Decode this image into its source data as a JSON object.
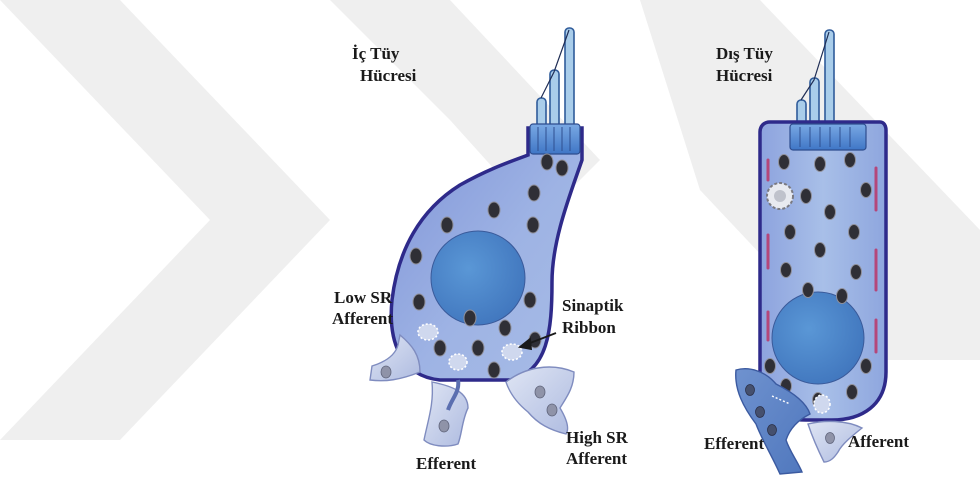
{
  "figure": {
    "inner_cell": {
      "title_line1": "İç Tüy",
      "title_line2": "Hücresi",
      "labels": {
        "low_sr_line1": "Low SR",
        "low_sr_line2": "Afferent",
        "ribbon_line1": "Sinaptik",
        "ribbon_line2": "Ribbon",
        "high_sr_line1": "High SR",
        "high_sr_line2": "Afferent",
        "efferent": "Efferent"
      }
    },
    "outer_cell": {
      "title_line1": "Dış Tüy",
      "title_line2": "Hücresi",
      "labels": {
        "efferent": "Efferent",
        "afferent": "Afferent"
      }
    },
    "colors": {
      "cell_fill": "#8fa6dc",
      "cell_outline": "#2e2a8a",
      "nucleus": "#4f86c8",
      "stereocilia": "#a9cdea",
      "cuticular_plate": "#5b8fd6",
      "mitochondria": "#2f2f36",
      "terminal_fill": "#c4cde8",
      "watermark": "#ececec",
      "cisterns": "#b4467a"
    }
  }
}
